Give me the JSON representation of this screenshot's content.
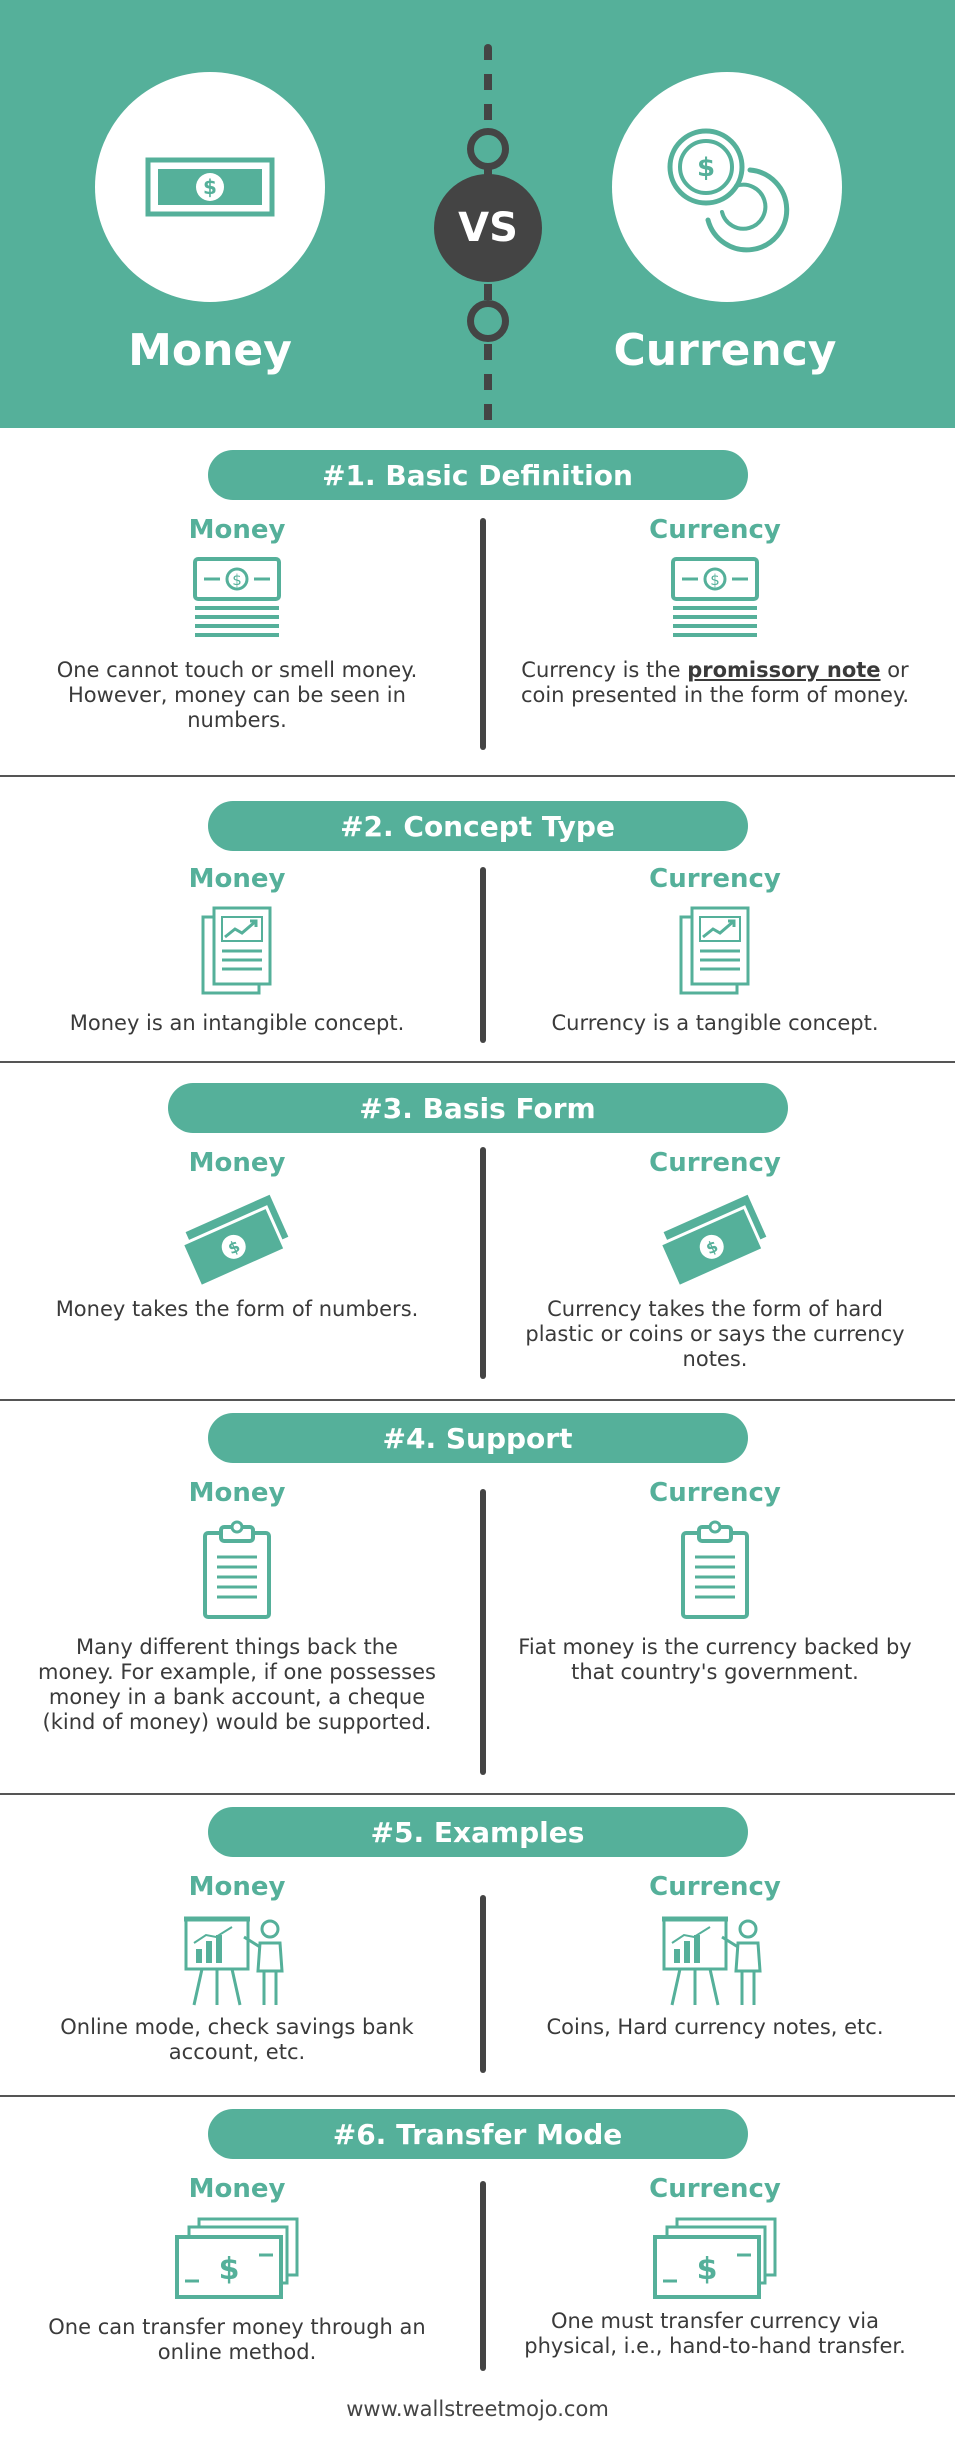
{
  "header": {
    "left_title": "Money",
    "right_title": "Currency",
    "vs_label": "VS",
    "left_icon": "banknote-icon",
    "right_icon": "coins-icon"
  },
  "colors": {
    "teal": "#55b09a",
    "dark": "#444444"
  },
  "sections": [
    {
      "title": "#1. Basic Definition",
      "money_label": "Money",
      "currency_label": "Currency",
      "icon": "cash-stack-icon",
      "money_text": "One cannot touch or smell money. However, money can be seen in numbers.",
      "currency_text_before": "Currency is the ",
      "currency_link": "promissory note",
      "currency_text_after": " or coin presented in the form of money."
    },
    {
      "title": "#2. Concept Type",
      "money_label": "Money",
      "currency_label": "Currency",
      "icon": "report-chart-icon",
      "money_text": "Money is an intangible concept.",
      "currency_text": "Currency is a tangible concept."
    },
    {
      "title": "#3. Basis Form",
      "money_label": "Money",
      "currency_label": "Currency",
      "icon": "flying-banknotes-icon",
      "money_text": "Money takes the form of numbers.",
      "currency_text": "Currency takes the form of hard plastic or coins or says the currency notes."
    },
    {
      "title": "#4. Support",
      "money_label": "Money",
      "currency_label": "Currency",
      "icon": "clipboard-icon",
      "money_text": "Many different things back the money. For example, if one possesses money in a bank account, a cheque (kind of money) would be supported.",
      "currency_text": "Fiat money is the currency backed by that country's government."
    },
    {
      "title": "#5. Examples",
      "money_label": "Money",
      "currency_label": "Currency",
      "icon": "presentation-icon",
      "money_text": "Online mode, check savings bank account, etc.",
      "currency_text": "Coins, Hard currency notes, etc."
    },
    {
      "title": "#6. Transfer Mode",
      "money_label": "Money",
      "currency_label": "Currency",
      "icon": "banknotes-stack-icon",
      "money_text": "One can transfer money through an online method.",
      "currency_text": "One must transfer currency via physical, i.e., hand-to-hand transfer."
    }
  ],
  "footer": "www.wallstreetmojo.com"
}
